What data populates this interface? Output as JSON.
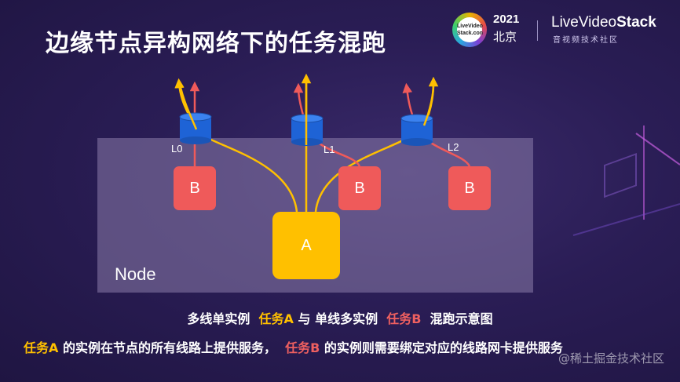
{
  "title": "边缘节点异构网络下的任务混跑",
  "logo": {
    "badge_line1": "LiveVideo",
    "badge_line2": "Stack.con",
    "year": "2021",
    "city": "北京",
    "brand_prefix": "LiveVideo",
    "brand_suffix": "Stack",
    "brand_sub": "音视频技术社区"
  },
  "diagram": {
    "node_label": "Node",
    "task_a_label": "A",
    "task_b_label": "B",
    "links": [
      "L0",
      "L1",
      "L2"
    ],
    "colors": {
      "task_a": "#ffc000",
      "task_b": "#ef5a5a",
      "link": "#1e63d6",
      "node": "#8a7caa"
    }
  },
  "caption1": {
    "prefix": "多线单实例",
    "task_a": "任务A",
    "middle": "与 单线多实例",
    "task_b": "任务B",
    "suffix": "混跑示意图"
  },
  "caption2": {
    "task_a": "任务A",
    "part1": "的实例在节点的所有线路上提供服务，",
    "task_b": "任务B",
    "part2": "的实例则需要绑定对应的线路网卡提供服务"
  },
  "watermark": "@稀土掘金技术社区"
}
